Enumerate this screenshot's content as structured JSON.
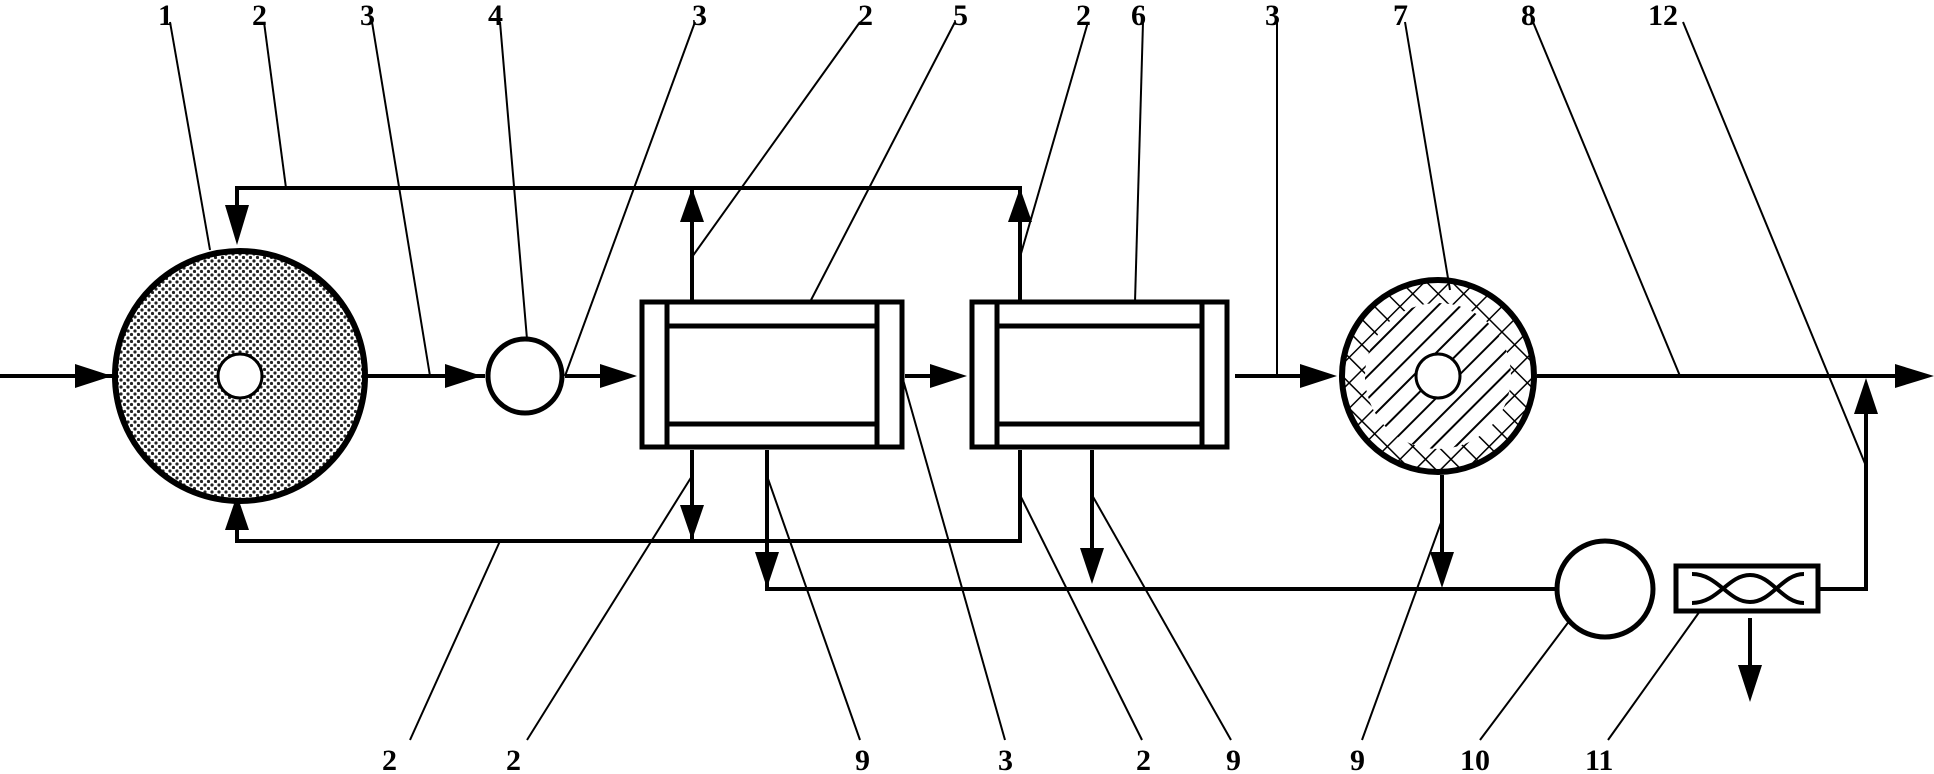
{
  "labels": {
    "top": [
      "1",
      "2",
      "3",
      "4",
      "3",
      "2",
      "5",
      "2",
      "6",
      "3",
      "7",
      "8",
      "12"
    ],
    "bottom": [
      "2",
      "2",
      "9",
      "3",
      "2",
      "9",
      "9",
      "10",
      "11"
    ]
  }
}
